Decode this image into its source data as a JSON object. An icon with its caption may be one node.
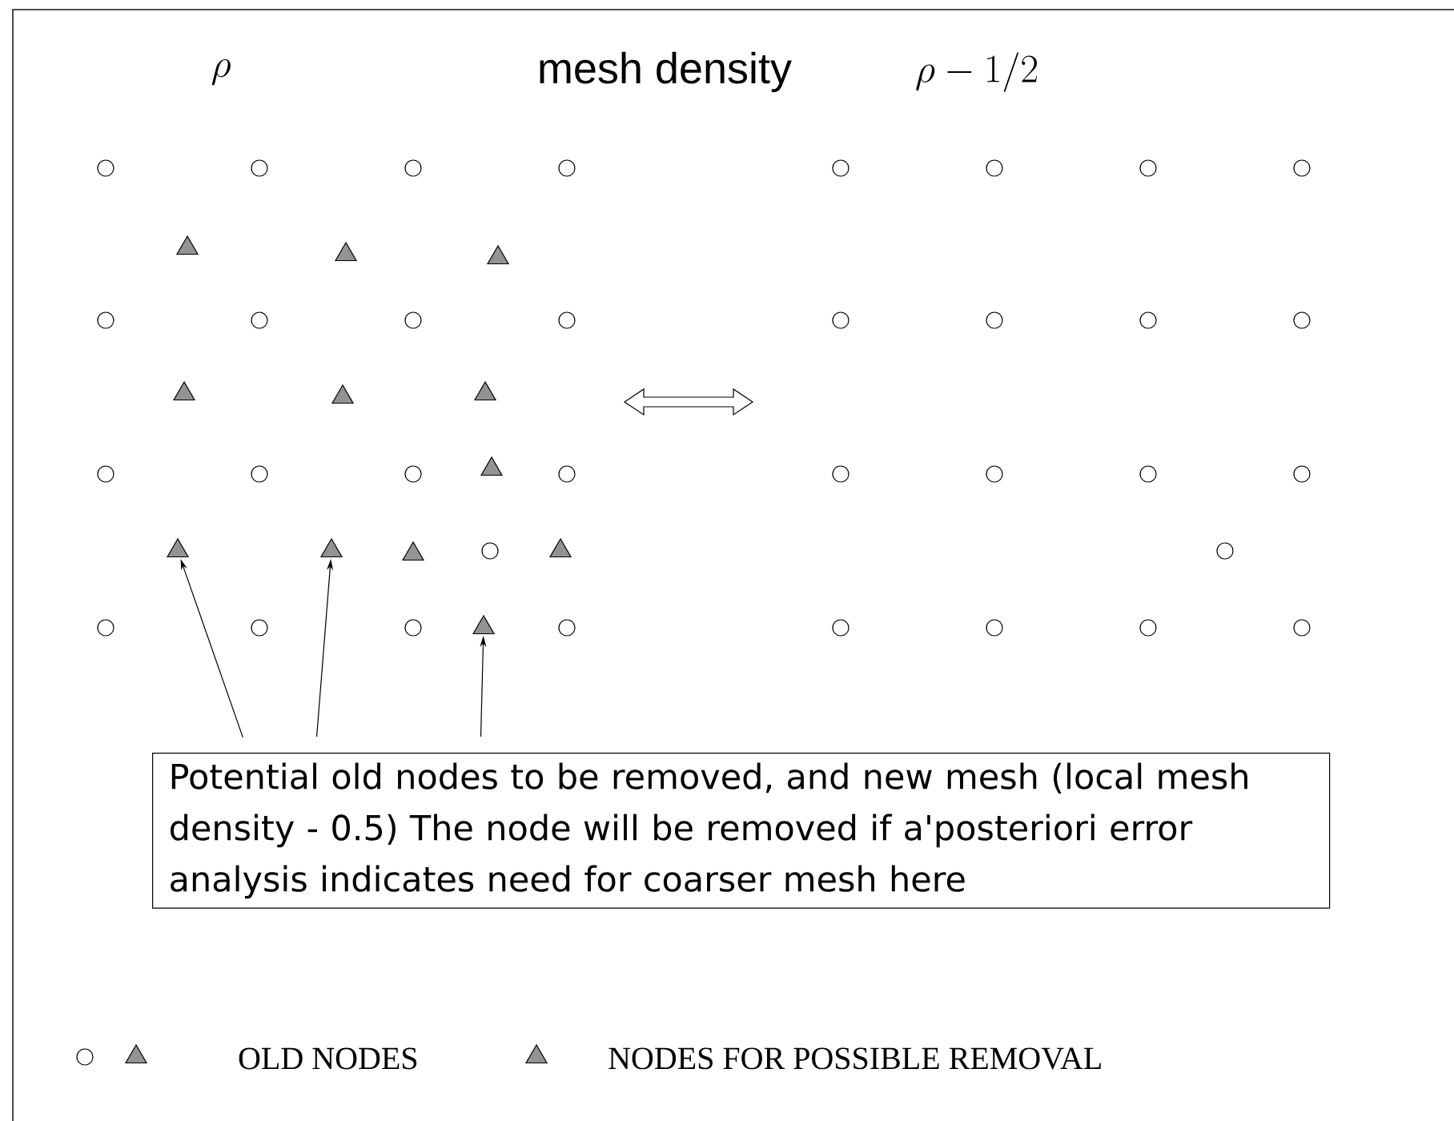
{
  "diagram": {
    "title": "mesh density",
    "nodes": [
      {
        "text": [],
        "shape": "triangle"
      },
      {
        "text": [],
        "shape": "triangle"
      },
      {
        "text": [],
        "shape": "triangle"
      },
      {
        "text": [],
        "shape": "triangle"
      },
      {
        "text": [],
        "shape": "triangle"
      },
      {
        "text": [],
        "shape": "triangle"
      },
      {
        "text": [],
        "shape": "triangle"
      },
      {
        "text": [],
        "shape": "triangle"
      },
      {
        "text": [],
        "shape": "triangle"
      },
      {
        "text": [],
        "shape": "triangle"
      },
      {
        "text": [],
        "shape": "triangle"
      },
      {
        "text": [],
        "shape": "triangle"
      },
      {
        "text": [
          "Potential old nodes to be removed, and new mesh (local mesh density  - 0.5) The node will be removed if a'posteriori error analysis indicates need for coarser mesh here"
        ]
      }
    ],
    "edges": [
      {
        "from": 12,
        "to": 7,
        "arrow": "to"
      },
      {
        "from": 12,
        "to": 8,
        "arrow": "to"
      },
      {
        "from": 12,
        "to": 11,
        "arrow": "to"
      }
    ],
    "labels": [
      "\\rho",
      "\\rho - 1/2"
    ],
    "legend": [
      {
        "text": "OLD NODES"
      },
      {
        "text": "NODES FOR POSSIBLE REMOVAL"
      }
    ]
  }
}
